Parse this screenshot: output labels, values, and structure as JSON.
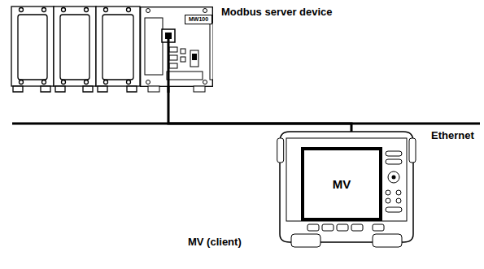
{
  "diagram": {
    "nodes": [
      {
        "text": [
          "MW100"
        ]
      },
      {
        "text": [
          "MV"
        ]
      }
    ],
    "edges": [
      {
        "from": 0,
        "to": 1,
        "arrow": "none"
      }
    ],
    "labels": [
      "Modbus server device",
      "Ethernet",
      "MV (client)"
    ]
  }
}
